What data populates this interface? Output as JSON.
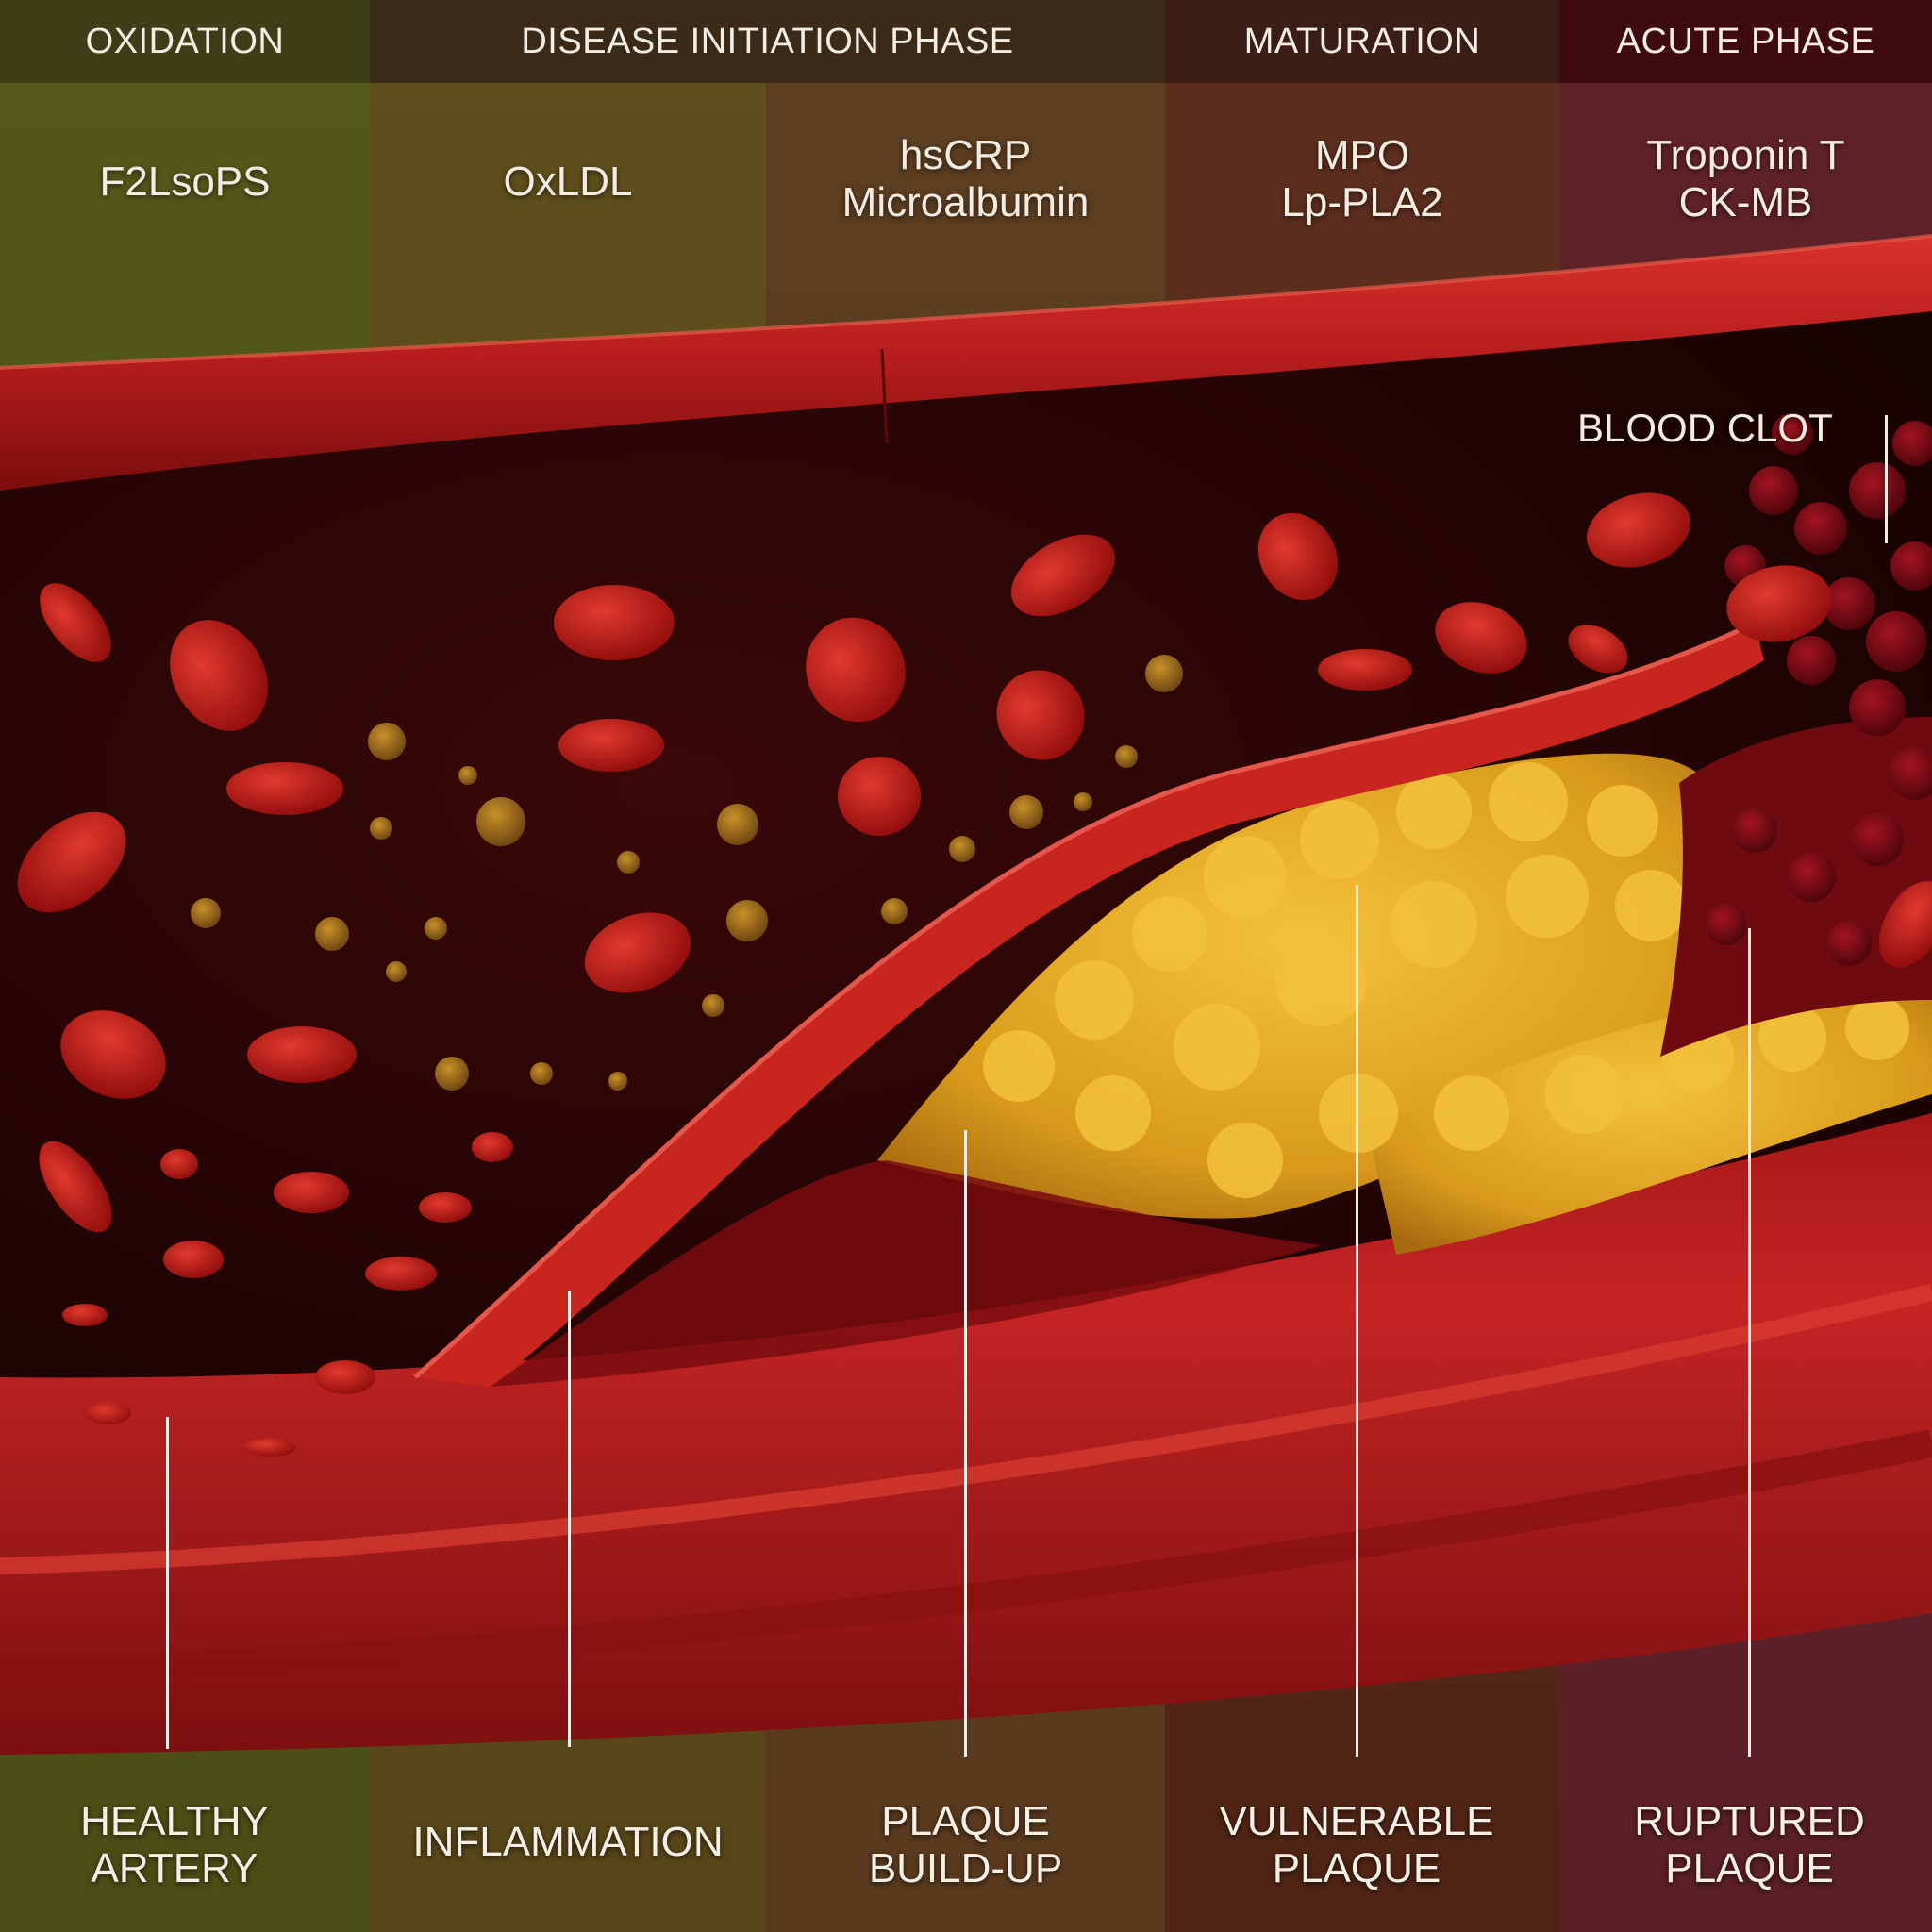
{
  "phases": [
    {
      "label": "OXIDATION"
    },
    {
      "label": "DISEASE INITIATION PHASE"
    },
    {
      "label": "MATURATION"
    },
    {
      "label": "ACUTE PHASE"
    }
  ],
  "biomarkers": [
    {
      "line1": "F2LsoPS",
      "line2": ""
    },
    {
      "line1": "OxLDL",
      "line2": ""
    },
    {
      "line1": "hsCRP",
      "line2": "Microalbumin"
    },
    {
      "line1": "MPO",
      "line2": "Lp-PLA2"
    },
    {
      "line1": "Troponin T",
      "line2": "CK-MB"
    }
  ],
  "stages": [
    {
      "line1": "HEALTHY",
      "line2": "ARTERY"
    },
    {
      "line1": "INFLAMMATION",
      "line2": ""
    },
    {
      "line1": "PLAQUE",
      "line2": "BUILD-UP"
    },
    {
      "line1": "VULNERABLE",
      "line2": "PLAQUE"
    },
    {
      "line1": "RUPTURED",
      "line2": "PLAQUE"
    }
  ],
  "callouts": {
    "blood_clot": "BLOOD CLOT"
  },
  "colors": {
    "col1": "#4f5318",
    "col2": "#5a4a1d",
    "col3": "#5a3a20",
    "col4": "#5b2d1e",
    "col5": "#5e2128",
    "artery_wall": "#b51c1c",
    "lumen": "#2a0505",
    "plaque": "#e0a521",
    "rbc": "#c11616"
  }
}
